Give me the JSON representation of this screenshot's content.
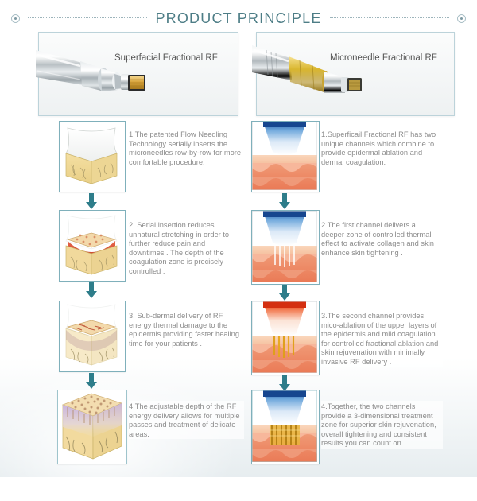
{
  "header": {
    "title": "PRODUCT PRINCIPLE",
    "left_dot_icon": "circle-dot-icon",
    "right_dot_icon": "circle-dot-icon",
    "divider_style": "dotted-line",
    "accent_color": "#4d7d86"
  },
  "devices": [
    {
      "label": "Superfacial Fractional RF",
      "icon": "silver-handpiece-gold-tip-icon",
      "colors": {
        "body": "#d9dde0",
        "tip": "#c99a2e",
        "border": "#bcd3da"
      }
    },
    {
      "label": "Microneedle Fractional RF",
      "icon": "silver-handpiece-brass-cone-icon",
      "colors": {
        "body": "#d9dde0",
        "cone": "#c9a227",
        "border": "#bcd3da"
      }
    }
  ],
  "columns": [
    {
      "name": "superfacial",
      "steps": [
        {
          "index": "1",
          "text": "1.The patented Flow Needling Technology serially inserts the microneedles row-by-row for more comfortable procedure.",
          "diagram": "skin-block-clear-icon",
          "arrow": "down-arrow-icon"
        },
        {
          "index": "2",
          "text": "2. Serial insertion reduces unnatural stretching in order to further reduce pain and downtimes . The depth of the coagulation zone is precisely controlled .",
          "diagram": "skin-block-coagulation-icon",
          "arrow": "down-arrow-icon"
        },
        {
          "index": "3",
          "text": "3. Sub-dermal delivery of RF energy thermal damage to the epidermis providing faster healing time for your patients .",
          "diagram": "skin-block-subdermal-icon",
          "arrow": "down-arrow-icon"
        },
        {
          "index": "4",
          "text": "4.The adjustable depth of the RF energy delivery allows for multiple passes and treatment of delicate areas.",
          "diagram": "skin-block-multipass-icon",
          "arrow": "none"
        }
      ]
    },
    {
      "name": "microneedle",
      "steps": [
        {
          "index": "1",
          "text": "1.Superficail Fractional RF has two unique channels which combine to provide epidermal ablation and dermal coagulation.",
          "diagram": "rf-tip-skin-layers-icon",
          "arrow": "down-arrow-icon"
        },
        {
          "index": "2",
          "text": "2.The first channel delivers a deeper zone of controlled thermal effect to activate collagen and skin enhance skin tightening .",
          "diagram": "rf-tip-white-needles-icon",
          "arrow": "down-arrow-icon"
        },
        {
          "index": "3",
          "text": "3.The second channel provides mico-ablation of the upper layers of the epidermis and mild coagulation for controlled fractional ablation and skin rejuvenation with minimally invasive RF delivery .",
          "diagram": "rf-tip-hot-gold-needles-icon",
          "arrow": "down-arrow-icon"
        },
        {
          "index": "4",
          "text": "4.Together, the two channels provide a 3-dimensional treatment zone for superior skin rejuvenation, overall tightening and consistent results you can count on .",
          "diagram": "rf-tip-gold-grid-icon",
          "arrow": "none"
        }
      ]
    }
  ],
  "palette": {
    "teal": "#2e7d8a",
    "teal_border": "#7fb0bb",
    "text_gray": "#8c8c8c",
    "skin_epidermis": "#f6c9ad",
    "skin_dermis": "#ef8a6a",
    "dermis_tan": "#f0d98f",
    "purple_zone": "#c8b6d8",
    "blue_tip": "#1f5fa9",
    "gold_needle": "#e0a923"
  }
}
